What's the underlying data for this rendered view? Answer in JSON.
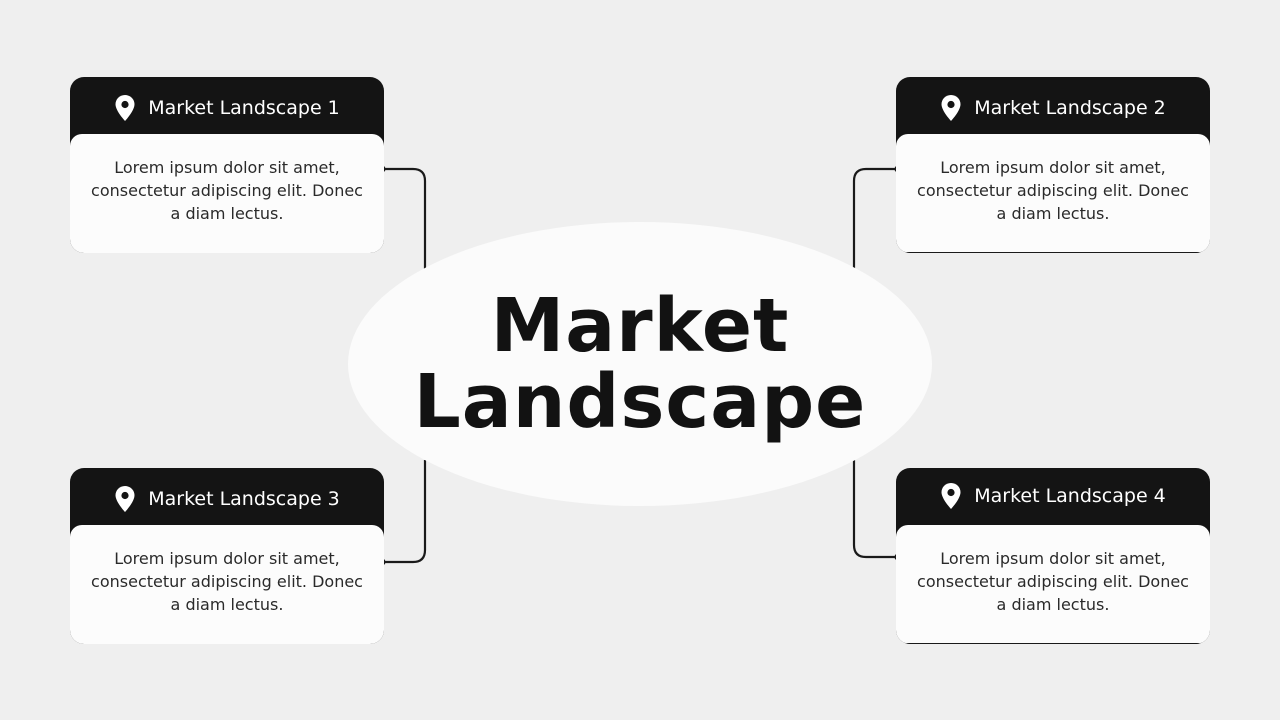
{
  "hub": {
    "title": "Market Landscape"
  },
  "cards": [
    {
      "title": "Market Landscape 1",
      "icon": "location-pin-icon",
      "text": "Lorem ipsum dolor sit amet, consectetur adipiscing elit. Donec a diam lectus."
    },
    {
      "title": "Market Landscape 2",
      "icon": "location-pin-icon",
      "text": "Lorem ipsum dolor sit amet, consectetur adipiscing elit. Donec a diam lectus."
    },
    {
      "title": "Market Landscape 3",
      "icon": "location-pin-icon",
      "text": "Lorem ipsum dolor sit amet, consectetur adipiscing elit. Donec a diam lectus."
    },
    {
      "title": "Market Landscape 4",
      "icon": "location-pin-icon",
      "text": "Lorem ipsum dolor sit amet, consectetur adipiscing elit. Donec a diam lectus."
    }
  ],
  "colors": {
    "background": "#efefef",
    "header": "#141414",
    "card": "#fcfcfc",
    "hub": "#fbfbfb",
    "text": "#121212"
  }
}
